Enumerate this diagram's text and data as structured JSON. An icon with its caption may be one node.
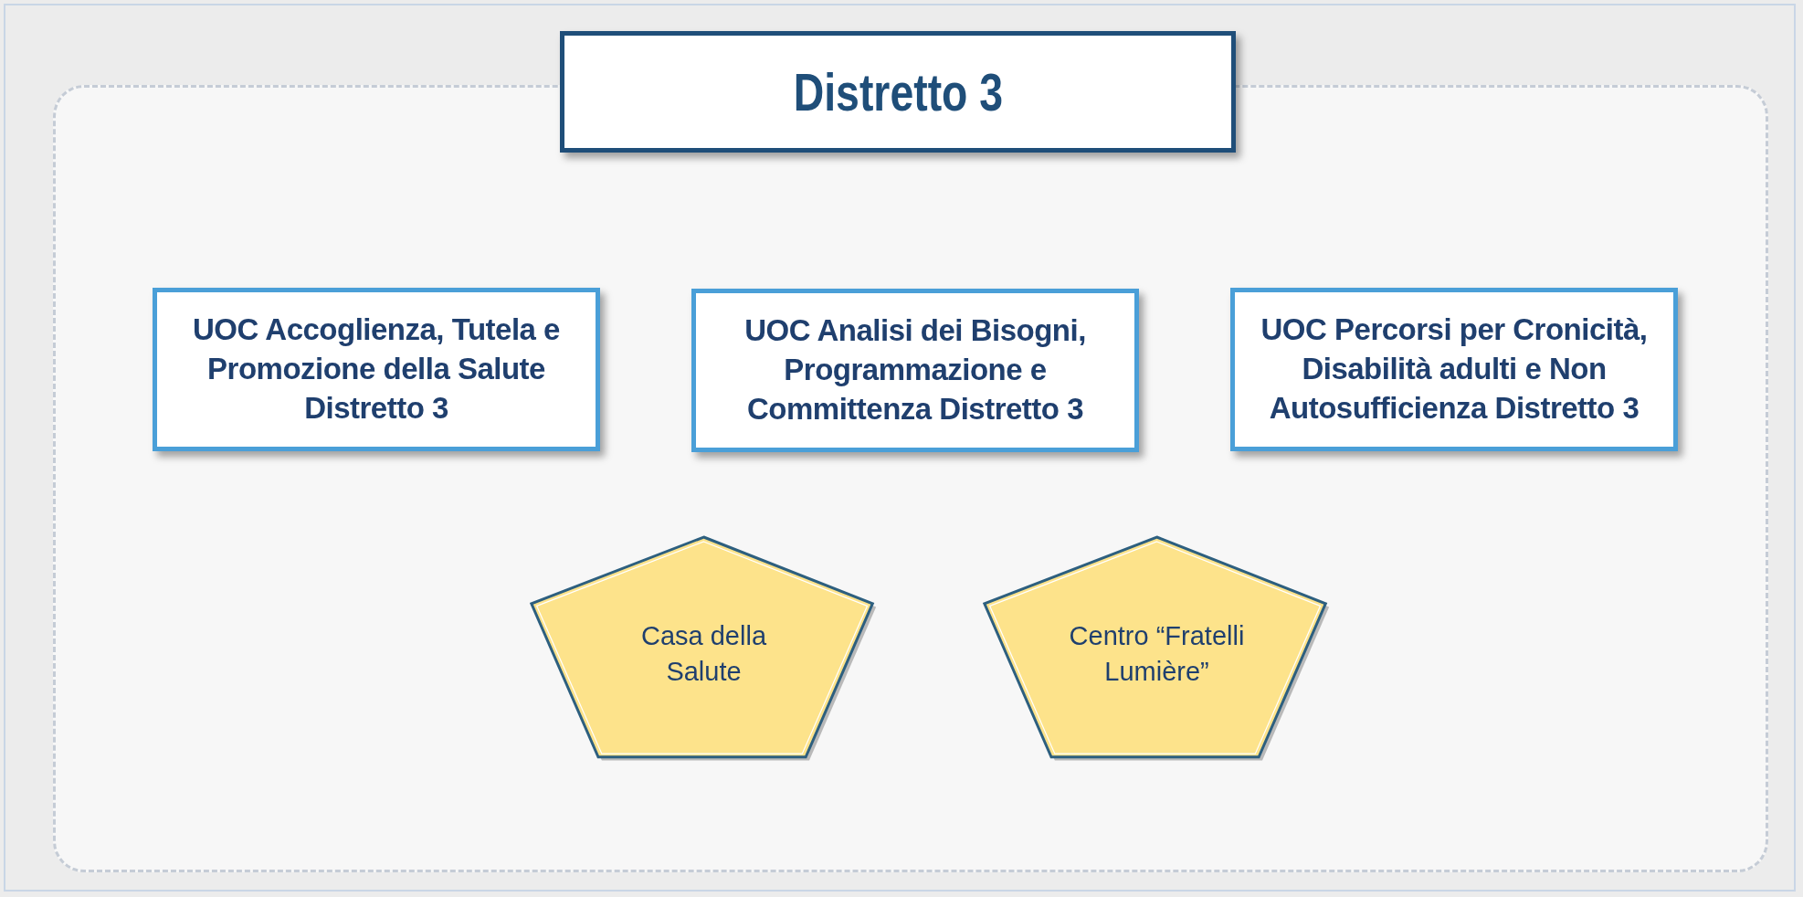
{
  "diagram": {
    "nodes": [
      {
        "text": [
          "Distretto 3"
        ]
      },
      {
        "text": [
          "UOC Accoglienza, Tutela e Promozione della Salute Distretto 3"
        ],
        "in": 0
      },
      {
        "text": [
          "UOC Analisi dei Bisogni, Programmazione e Committenza Distretto 3"
        ],
        "in": 0
      },
      {
        "text": [
          "UOC Percorsi per Cronicità, Disabilità adulti e Non Autosufficienza Distretto 3"
        ],
        "in": 0
      },
      {
        "text": [
          "Casa della Salute"
        ],
        "in": 0
      },
      {
        "text": [
          "Centro “Fratelli Lumière”"
        ],
        "in": 0
      }
    ]
  }
}
